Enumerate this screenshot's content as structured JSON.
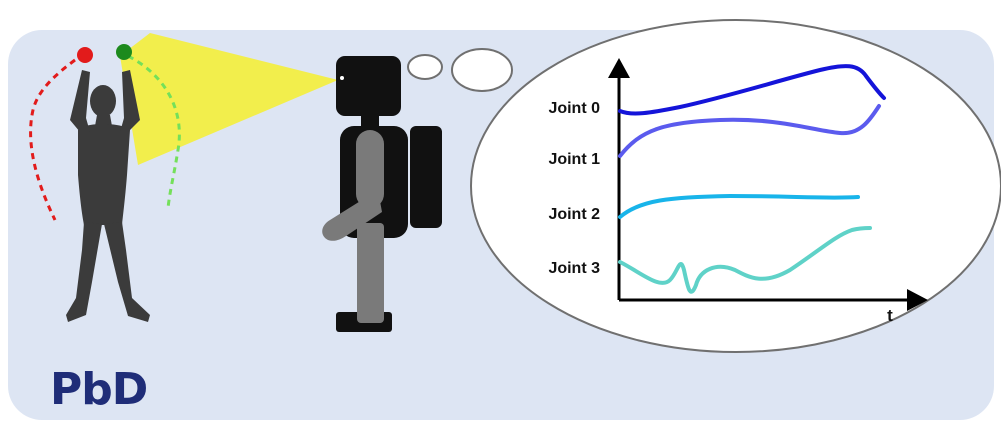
{
  "label": "PbD",
  "colors": {
    "panel": "#dde5f3",
    "label": "#1f2d78",
    "cone": "#f2ee4c",
    "human": "#3b3b3b",
    "robot": "#111111",
    "robot_arm": "#7a7a7a",
    "marker_left": "#e21b1b",
    "marker_right": "#1d8a1d",
    "trace_left": "#e21b1b",
    "trace_right": "#74e05a"
  },
  "thought": {
    "joints": [
      {
        "label": "Joint 0",
        "color": "#1414d9"
      },
      {
        "label": "Joint 1",
        "color": "#5b5bee"
      },
      {
        "label": "Joint 2",
        "color": "#18b4ea"
      },
      {
        "label": "Joint 3",
        "color": "#5fd2c8"
      }
    ],
    "time_axis_label": "t"
  },
  "icons": [
    "human-demonstrator-icon",
    "robot-icon",
    "camera-view-cone-icon",
    "thought-bubble-icon"
  ]
}
